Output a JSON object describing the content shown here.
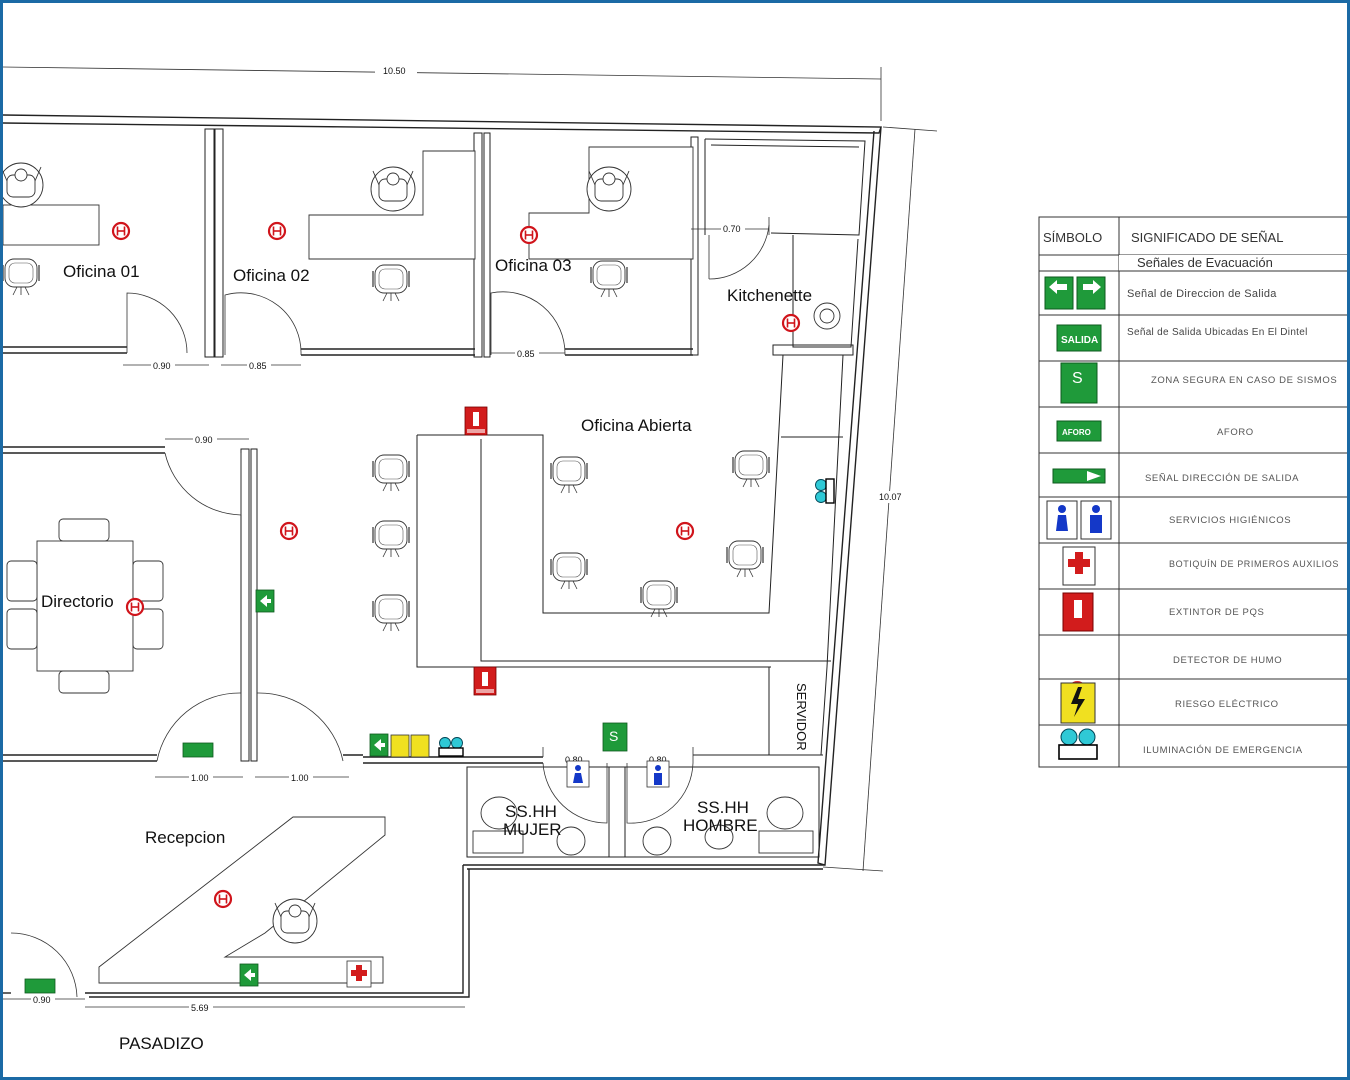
{
  "plan": {
    "rooms": {
      "oficina01": "Oficina 01",
      "oficina02": "Oficina 02",
      "oficina03": "Oficina 03",
      "kitchenette": "Kitchenette",
      "oficina_abierta": "Oficina Abierta",
      "directorio": "Directorio",
      "recepcion": "Recepcion",
      "sshh_mujer_1": "SS.HH",
      "sshh_mujer_2": "MUJER",
      "sshh_hombre_1": "SS.HH",
      "sshh_hombre_2": "HOMBRE",
      "servidor": "SERVIDOR",
      "pasadizo": "PASADIZO"
    },
    "dimensions": {
      "top_width": "10.50",
      "right_height": "10.07",
      "door_of01": "0.90",
      "door_of02": "0.85",
      "door_of03": "0.85",
      "door_kitchen": "0.70",
      "door_directorio": "0.90",
      "door_left": "1.00",
      "door_right": "1.00",
      "door_mujer": "0.80",
      "door_hombre": "0.80",
      "recepcion_width": "5.69",
      "door_entrada": "0.90"
    }
  },
  "legend": {
    "header_symbol": "SÍMBOLO",
    "header_meaning": "SIGNIFICADO DE SEÑAL",
    "subheader": "Señales de Evacuación",
    "rows": [
      {
        "icon": "exit-direction-arrows-icon",
        "text": "Señal de Direccion de Salida"
      },
      {
        "icon": "exit-sign-icon",
        "text": "Señal de Salida Ubicadas En El Dintel"
      },
      {
        "icon": "safe-zone-icon",
        "text": "ZONA SEGURA EN CASO DE SISMOS"
      },
      {
        "icon": "aforo-sign-icon",
        "text": "AFORO"
      },
      {
        "icon": "exit-arrow-sign-icon",
        "text": "SEÑAL DIRECCIÓN DE SALIDA"
      },
      {
        "icon": "restroom-icon",
        "text": "SERVICIOS HIGIÉNICOS"
      },
      {
        "icon": "first-aid-icon",
        "text": "BOTIQUÍN DE PRIMEROS AUXILIOS"
      },
      {
        "icon": "fire-extinguisher-icon",
        "text": "EXTINTOR DE PQS"
      },
      {
        "icon": "smoke-detector-icon",
        "text": "DETECTOR DE HUMO"
      },
      {
        "icon": "electric-risk-icon",
        "text": "RIESGO ELÉCTRICO"
      },
      {
        "icon": "emergency-light-icon",
        "text": "ILUMINACIÓN DE EMERGENCIA"
      }
    ],
    "sign_text": {
      "salida": "SALIDA",
      "aforo": "AFORO",
      "safe_letter": "S"
    }
  },
  "colors": {
    "frame": "#1b6aa5",
    "exit_green": "#1f9a3a",
    "extinguisher_red": "#d21c1c",
    "detector_red": "#d0141b",
    "restroom_blue": "#1438c8",
    "light_cyan": "#2fc9d6"
  }
}
